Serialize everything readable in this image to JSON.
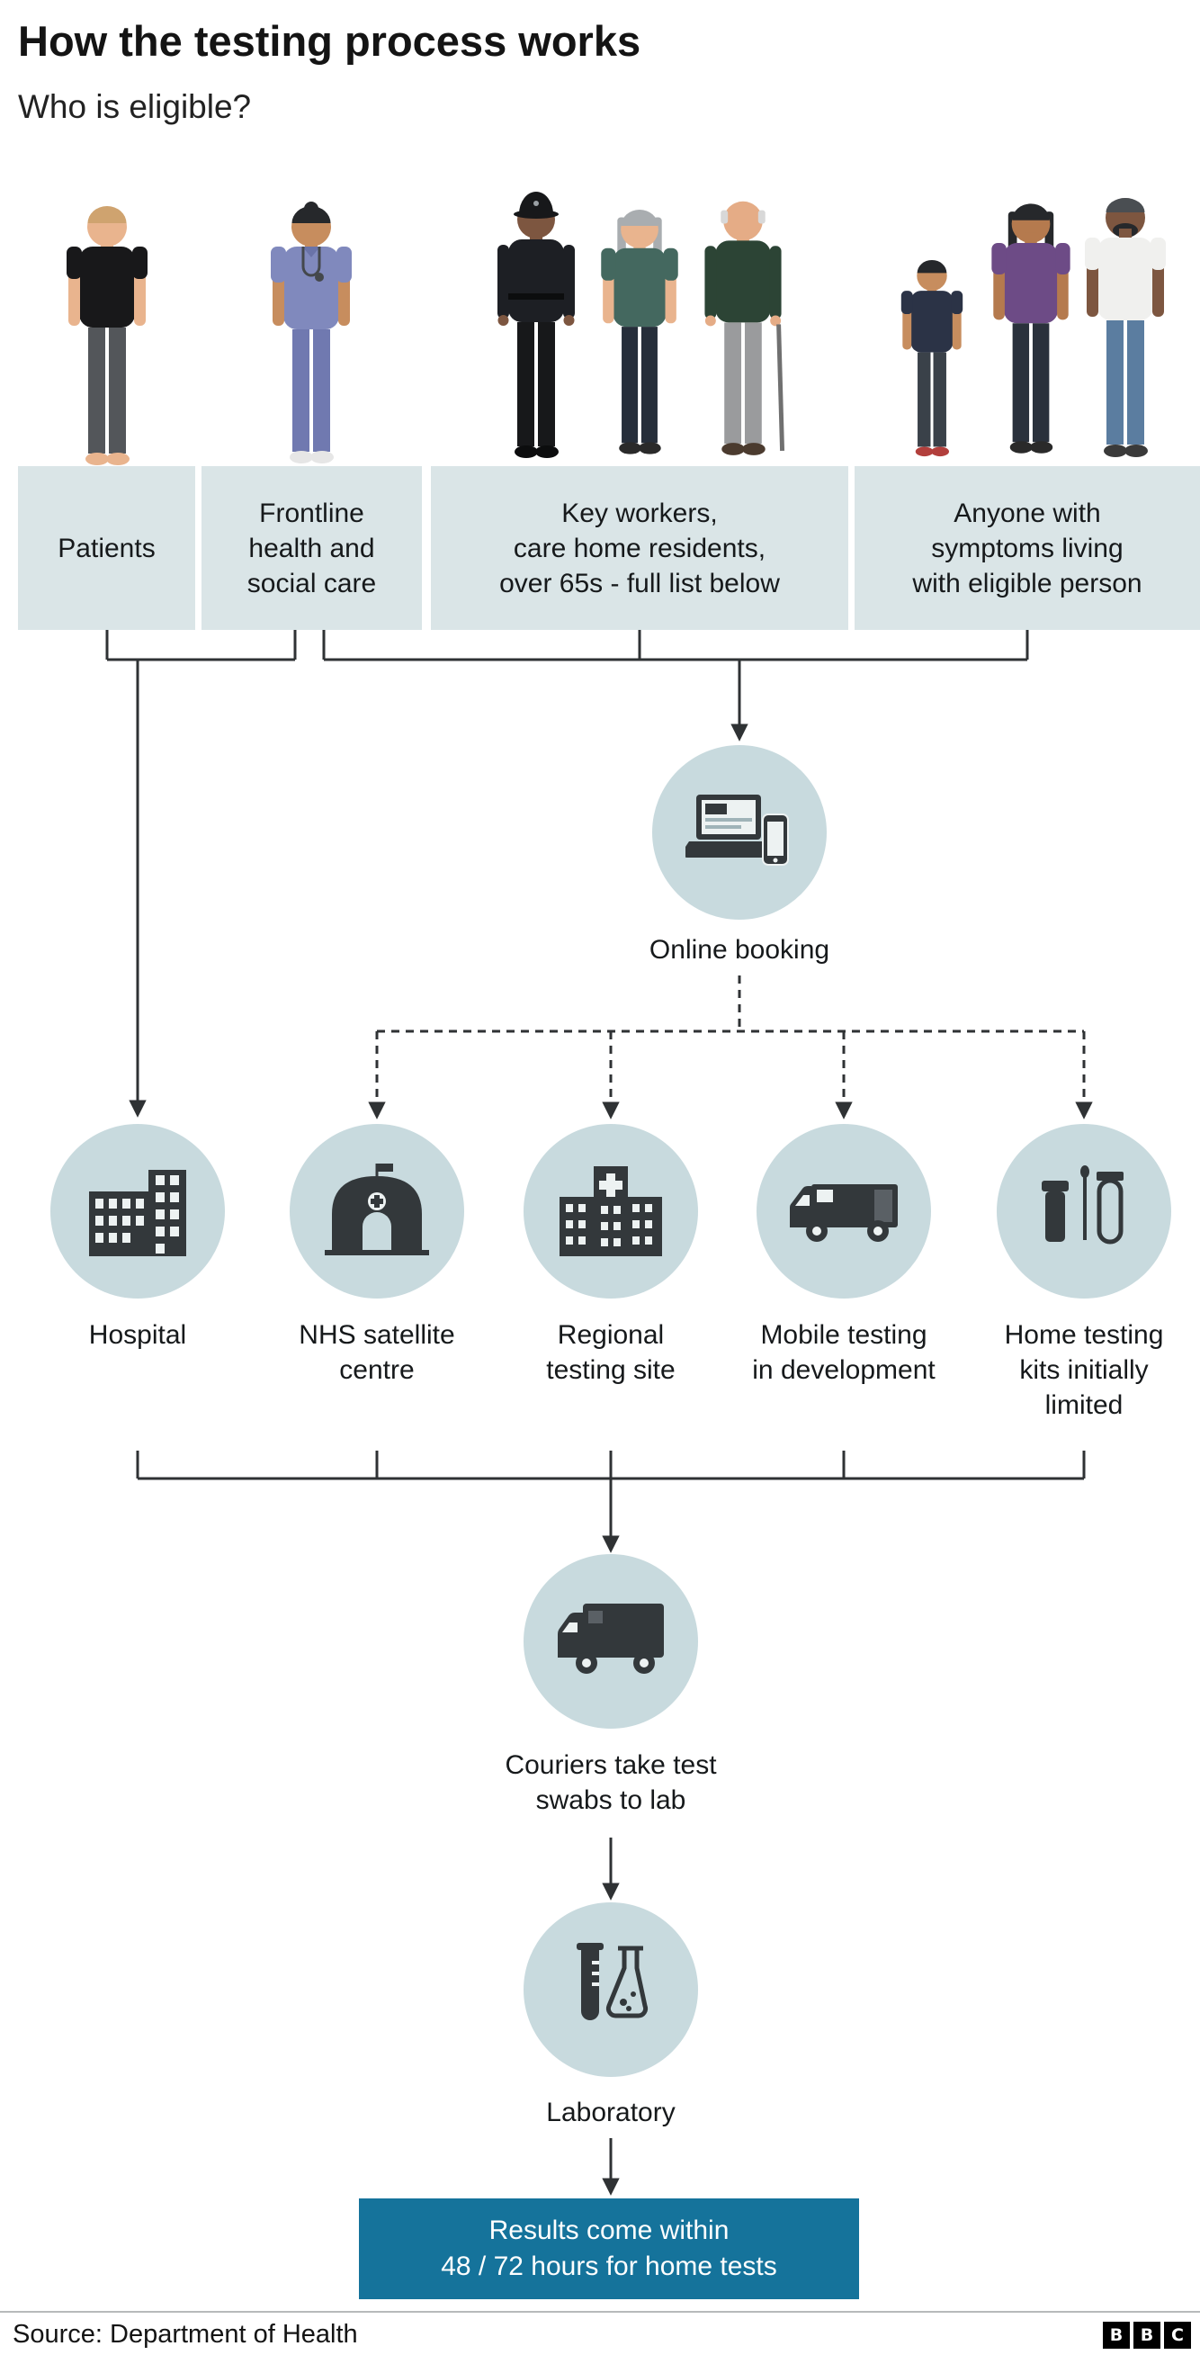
{
  "header": {
    "title": "How the testing process works",
    "subtitle": "Who is eligible?"
  },
  "groups": [
    {
      "label": "Patients",
      "figure": "single-patient"
    },
    {
      "label": "Frontline\nhealth and\nsocial care",
      "figure": "nurse"
    },
    {
      "label": "Key workers,\ncare home residents,\nover 65s - full list below",
      "figure": "police-officer, woman, older-man-with-cane"
    },
    {
      "label": "Anyone with\nsymptoms living\nwith eligible person",
      "figure": "child, woman, man"
    }
  ],
  "booking": {
    "label": "Online booking",
    "icon": "laptop-phone-icon"
  },
  "sites": [
    {
      "label": "Hospital",
      "icon": "hospital-building-icon"
    },
    {
      "label": "NHS satellite\ncentre",
      "icon": "tent-icon"
    },
    {
      "label": "Regional\ntesting site",
      "icon": "clinic-building-icon"
    },
    {
      "label": "Mobile testing\nin development",
      "icon": "van-icon"
    },
    {
      "label": "Home testing\nkits initially\nlimited",
      "icon": "test-kit-icon"
    }
  ],
  "courier": {
    "label": "Couriers take test\nswabs to lab",
    "icon": "courier-van-icon"
  },
  "laboratory": {
    "label": "Laboratory",
    "icon": "lab-flask-icon"
  },
  "results": {
    "label": "Results come within\n48 / 72 hours for home tests"
  },
  "footer": {
    "source": "Source: Department of Health",
    "logo": [
      "B",
      "B",
      "C"
    ]
  },
  "colors": {
    "panel": "#dae5e7",
    "circle": "#c8dade",
    "accent_teal": "#15739b",
    "icon_dark": "#33383b",
    "line": "#2f3234"
  }
}
